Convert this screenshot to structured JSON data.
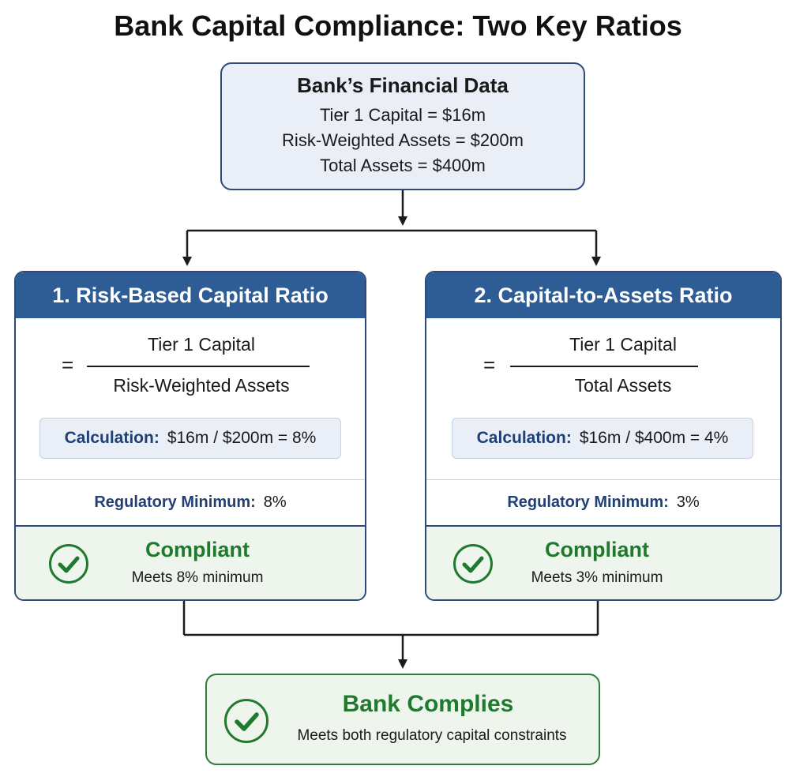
{
  "title": "Bank Capital Compliance: Two Key Ratios",
  "data_box": {
    "heading": "Bank’s Financial Data",
    "lines": [
      "Tier 1 Capital = $16m",
      "Risk-Weighted Assets = $200m",
      "Total Assets = $400m"
    ]
  },
  "panels": [
    {
      "heading": "1. Risk-Based Capital Ratio",
      "equals": "=",
      "numerator": "Tier 1 Capital",
      "denominator": "Risk-Weighted Assets",
      "calc_label": "Calculation:",
      "calc_value": "$16m / $200m = 8%",
      "reg_label": "Regulatory Minimum:",
      "reg_value": "8%",
      "status": "Compliant",
      "status_detail": "Meets 8% minimum"
    },
    {
      "heading": "2. Capital-to-Assets Ratio",
      "equals": "=",
      "numerator": "Tier 1 Capital",
      "denominator": "Total Assets",
      "calc_label": "Calculation:",
      "calc_value": "$16m / $400m = 4%",
      "reg_label": "Regulatory Minimum:",
      "reg_value": "3%",
      "status": "Compliant",
      "status_detail": "Meets 3% minimum"
    }
  ],
  "result": {
    "heading": "Bank Complies",
    "detail": "Meets both regulatory capital constraints"
  },
  "colors": {
    "header_blue": "#2e5c95",
    "light_blue": "#e9eef7",
    "green": "#1f7a2e",
    "light_green": "#eef5ec"
  }
}
